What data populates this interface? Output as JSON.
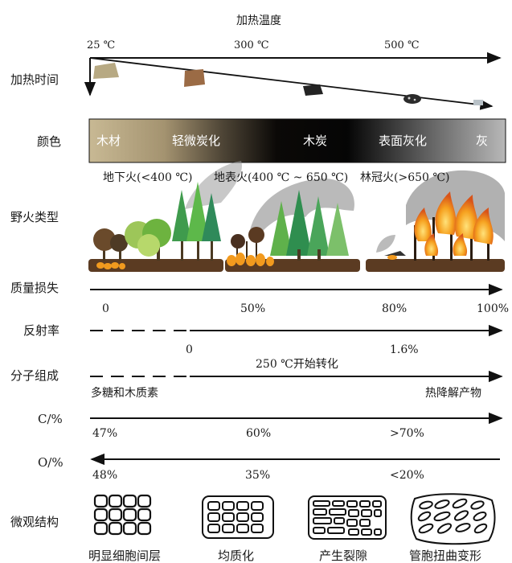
{
  "top_axis": {
    "title": "加热温度",
    "ticks": [
      "25 ℃",
      "300 ℃",
      "500 ℃"
    ]
  },
  "rows": {
    "time": "加热时间",
    "color": "颜色",
    "fire": "野火类型",
    "mass": "质量损失",
    "reflect": "反射率",
    "molecule": "分子组成",
    "c": "C/%",
    "o": "O/%",
    "micro": "微观结构"
  },
  "color_bar": {
    "labels": [
      "木材",
      "轻微炭化",
      "木炭",
      "表面灰化",
      "灰"
    ]
  },
  "fire_types": [
    "地下火(<400 ℃)",
    "地表火(400 ℃ ~ 650 ℃)",
    "林冠火(>650 ℃)"
  ],
  "mass_loss": [
    "0",
    "50%",
    "80%",
    "100%"
  ],
  "reflectance": [
    "0",
    "1.6%"
  ],
  "molecule": {
    "top": "250 ℃开始转化",
    "left": "多糖和木质素",
    "right": "热降解产物"
  },
  "c_values": [
    "47%",
    "60%",
    ">70%"
  ],
  "o_values": [
    "48%",
    "35%",
    "<20%"
  ],
  "micro_labels": [
    "明显细胞间层",
    "均质化",
    "产生裂隙",
    "管胞扭曲变形"
  ],
  "colors": {
    "wood": "#c4b48e",
    "char": "#000000",
    "ash": "#a9a9a9",
    "fire": "#f29a1e",
    "tree_green": "#5fae3c"
  }
}
